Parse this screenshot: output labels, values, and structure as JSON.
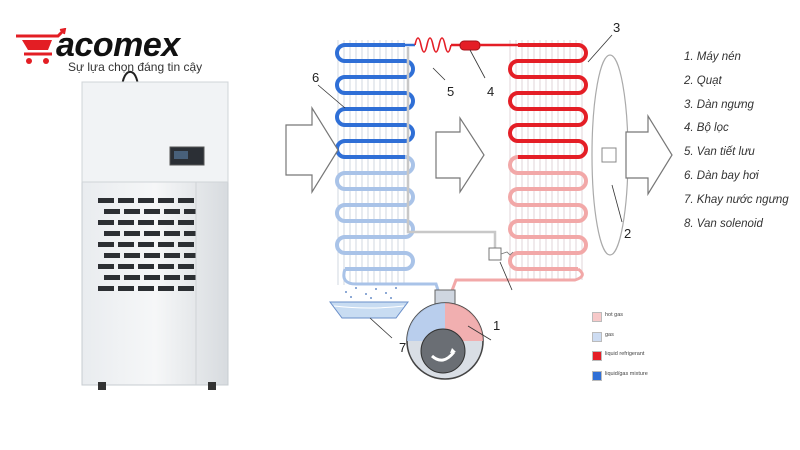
{
  "brand": {
    "name": "acomex",
    "slogan": "Sự lựa chọn đáng tin cậy"
  },
  "colors": {
    "brand_red": "#e31e24",
    "hot": "#e41e26",
    "cold": "#3a78d8",
    "hot_light": "#f2a8a8",
    "cold_light": "#a9c3e8"
  },
  "callouts": [
    "1",
    "2",
    "3",
    "4",
    "5",
    "6",
    "7"
  ],
  "legend": [
    "1. Máy nén",
    "2. Quạt",
    "3. Dàn ngưng",
    "4. Bộ lọc",
    "5. Van tiết lưu",
    "6. Dàn bay hơi",
    "7. Khay nước ngưng",
    "8. Van solenoid"
  ],
  "color_key": [
    {
      "label": "hot gas",
      "color": "#f7c9c9"
    },
    {
      "label": "gas",
      "color": "#cddcf2"
    },
    {
      "label": "liquid refrigerant",
      "color": "#e41e26"
    },
    {
      "label": "liquid/gas mixture",
      "color": "#2f6fd6"
    }
  ]
}
